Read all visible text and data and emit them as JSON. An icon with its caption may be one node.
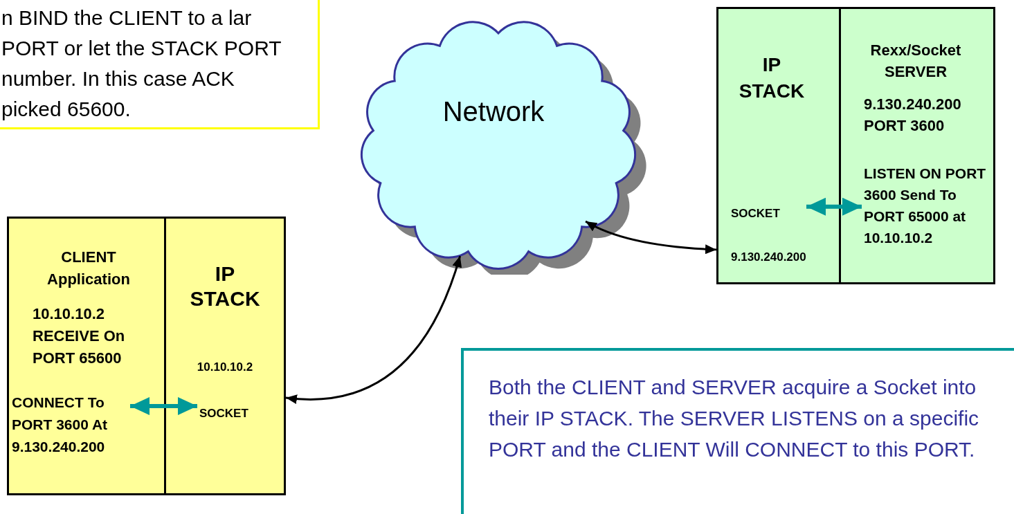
{
  "diagram": {
    "nodes": [
      {
        "text": [
          "n BIND the CLIENT to a lar PORT or let the STACK PORT number. In this case ACK picked 65600."
        ]
      },
      {
        "text": [
          "Network"
        ]
      },
      {
        "text": [
          "IP STACK",
          "SOCKET",
          "9.130.240.200"
        ]
      },
      {
        "text": [
          "Rexx/Socket SERVER",
          "9.130.240.200 PORT 3600",
          "LISTEN ON PORT 3600 Send To PORT 65000 at 10.10.10.2"
        ]
      },
      {
        "text": [
          "CLIENT Application",
          "10.10.10.2 RECEIVE On PORT 65600",
          "CONNECT To PORT 3600 At 9.130.240.200"
        ]
      },
      {
        "text": [
          "IP STACK",
          "10.10.10.2",
          "SOCKET"
        ]
      },
      {
        "text": [
          "Both the CLIENT and SERVER acquire a Socket into their IP STACK. The SERVER LISTENS on a specific PORT and the CLIENT Will CONNECT to this PORT."
        ]
      }
    ],
    "edges": [
      {
        "from": 2,
        "to": 3,
        "arrow": "both",
        "style": "thick",
        "color": "#009999"
      },
      {
        "from": 1,
        "to": 2,
        "arrow": "both",
        "color": "#000000"
      },
      {
        "from": 4,
        "to": 5,
        "arrow": "both",
        "style": "thick",
        "color": "#009999"
      },
      {
        "from": 5,
        "to": 1,
        "arrow": "both",
        "color": "#000000"
      }
    ]
  }
}
